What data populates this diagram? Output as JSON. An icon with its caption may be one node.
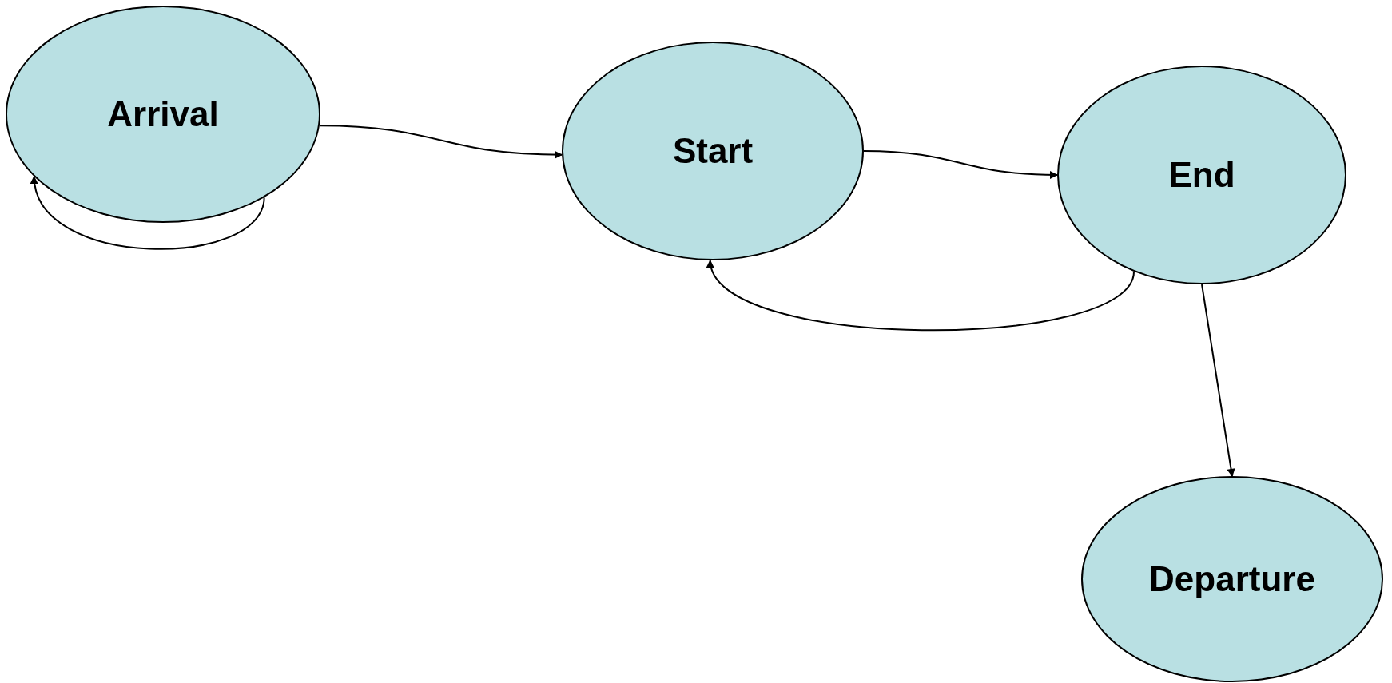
{
  "diagram": {
    "nodes": [
      {
        "text": [
          "Arrival"
        ]
      },
      {
        "text": [
          "Start"
        ]
      },
      {
        "text": [
          "End"
        ]
      },
      {
        "text": [
          "Departure"
        ]
      }
    ],
    "edges": [
      {
        "from": 0,
        "to": 0,
        "arrow": "to"
      },
      {
        "from": 0,
        "to": 1,
        "arrow": "to"
      },
      {
        "from": 1,
        "to": 2,
        "arrow": "to"
      },
      {
        "from": 2,
        "to": 1,
        "arrow": "to"
      },
      {
        "from": 2,
        "to": 3,
        "arrow": "to"
      }
    ]
  }
}
